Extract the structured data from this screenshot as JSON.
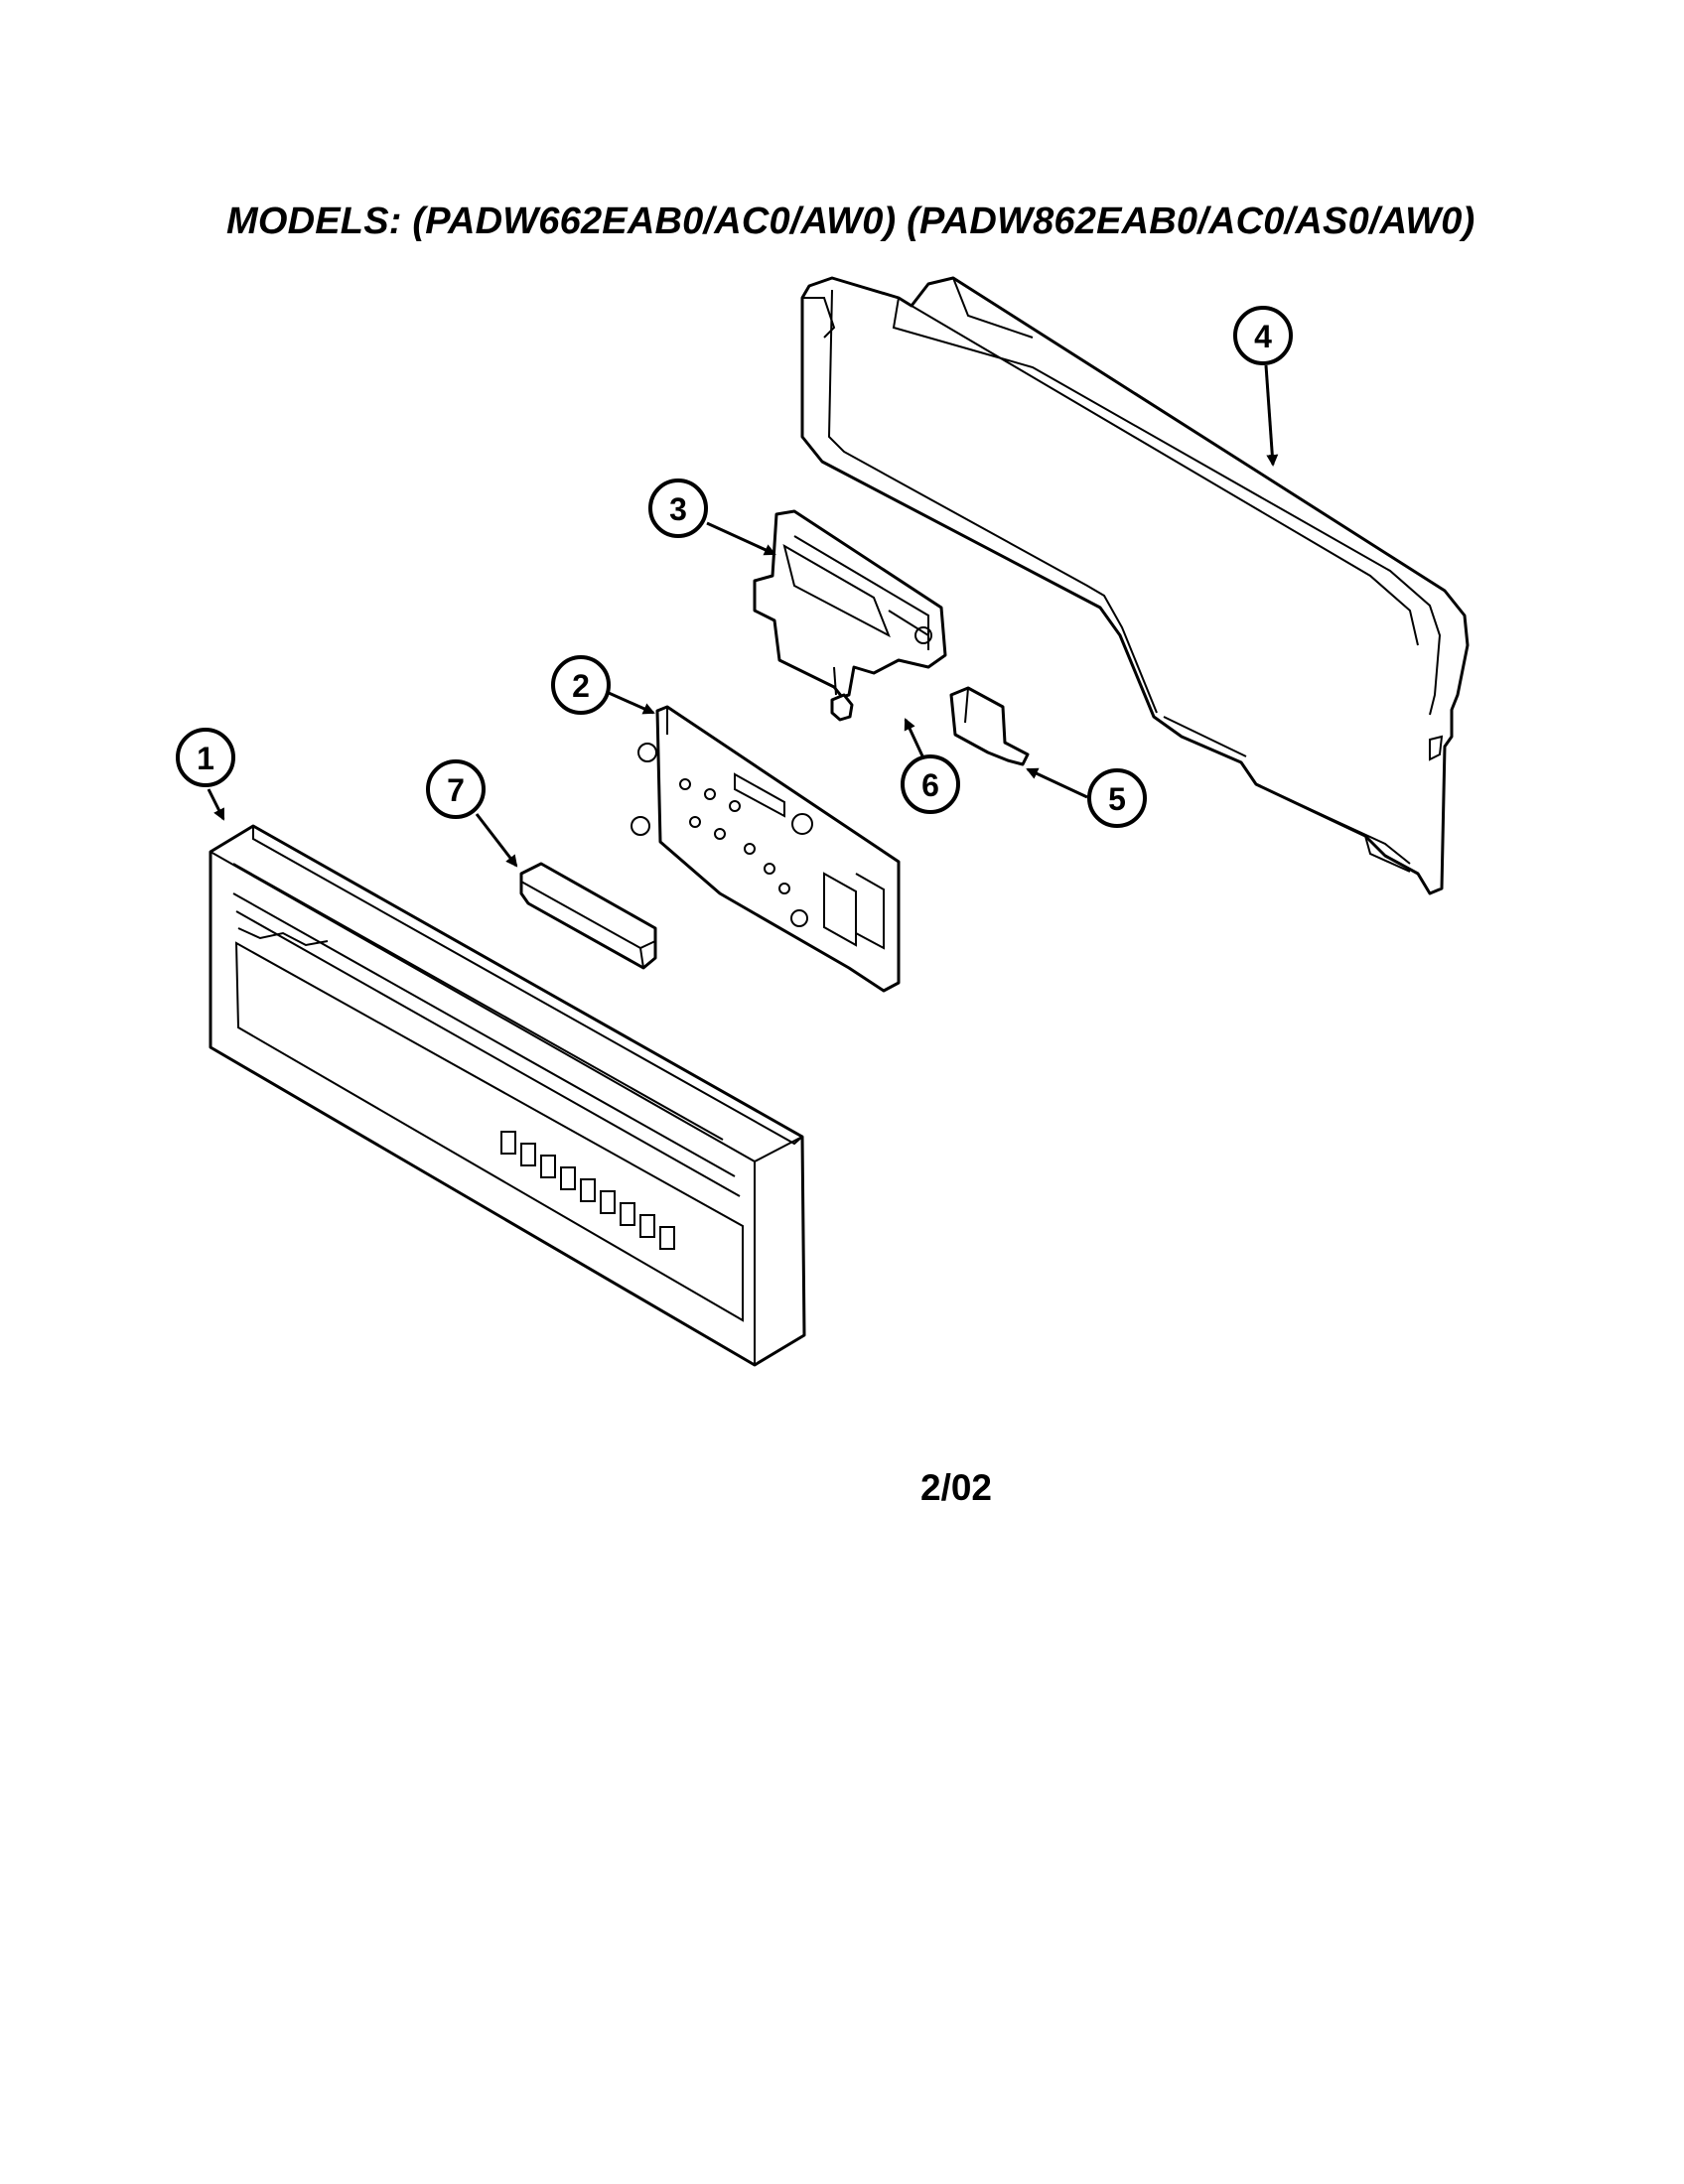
{
  "header": {
    "models": "MODELS: (PADW662EAB0/AC0/AW0) (PADW862EAB0/AC0/AS0/AW0)"
  },
  "callouts": [
    {
      "id": "1",
      "label": "1"
    },
    {
      "id": "2",
      "label": "2"
    },
    {
      "id": "3",
      "label": "3"
    },
    {
      "id": "4",
      "label": "4"
    },
    {
      "id": "5",
      "label": "5"
    },
    {
      "id": "6",
      "label": "6"
    },
    {
      "id": "7",
      "label": "7"
    }
  ],
  "footer": {
    "date": "2/02"
  }
}
